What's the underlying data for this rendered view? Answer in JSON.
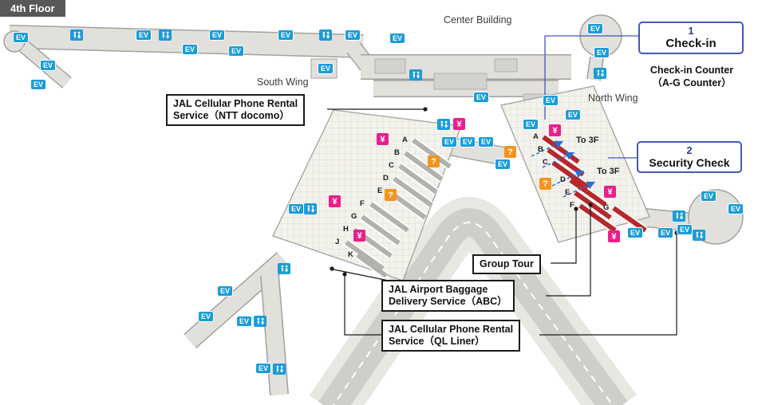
{
  "floor_label": "4th Floor",
  "areas": {
    "center_building": "Center Building",
    "south_wing": "South Wing",
    "north_wing": "North Wing"
  },
  "callouts": {
    "checkin": {
      "number": "1",
      "title": "Check-in",
      "caption_line1": "Check-in Counter",
      "caption_line2": "（A-G Counter）"
    },
    "security_check": {
      "number": "2",
      "title": "Security Check"
    }
  },
  "service_labels": {
    "ntt_docomo": {
      "line1": "JAL Cellular Phone Rental",
      "line2": "Service（NTT docomo）"
    },
    "group_tour": "Group Tour",
    "abc": {
      "line1": "JAL Airport Baggage",
      "line2": "Delivery Service（ABC）"
    },
    "ql_liner": {
      "line1": "JAL Cellular Phone Rental",
      "line2": "Service（QL Liner）"
    }
  },
  "annotations": {
    "to_3f_upper": "To 3F",
    "to_3f_lower": "To 3F"
  },
  "icons": {
    "elevator_label": "EV",
    "currency_label": "¥",
    "information_label": "?"
  },
  "counters": {
    "south_rows": [
      "A",
      "B",
      "C",
      "D",
      "E",
      "F",
      "G",
      "H",
      "J",
      "K"
    ],
    "north_rows": [
      "A",
      "B",
      "C",
      "D",
      "E",
      "F",
      "G"
    ]
  },
  "colors": {
    "elevator_blue": "#1b9cd8",
    "currency_pink": "#ec1e8c",
    "information_orange": "#f7941d",
    "counter_red": "#b5292c",
    "counter_gray": "#b3b1ac",
    "callout_blue": "#4656b8",
    "arrow_blue": "#2a6fd4",
    "floor_label_bg": "#58585a",
    "building_fill": "#e2e0da",
    "building_edge": "#a3a19d"
  }
}
